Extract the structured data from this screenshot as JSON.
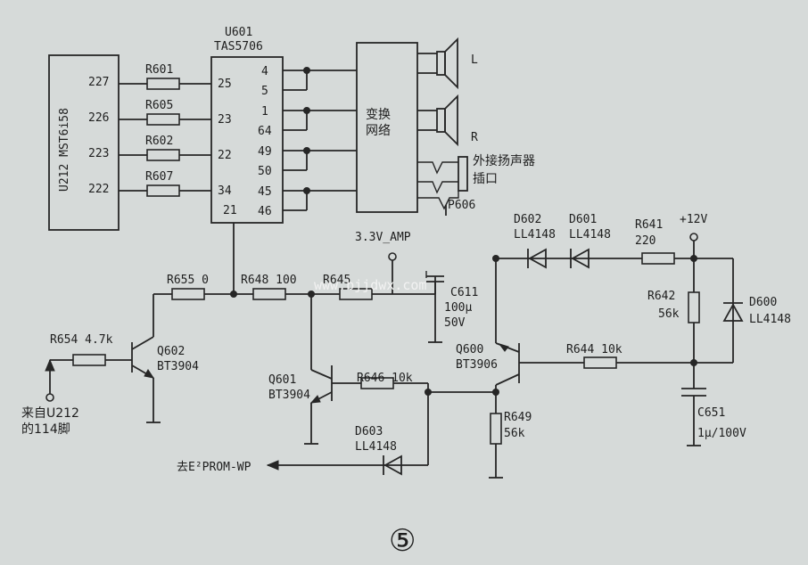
{
  "u212": {
    "label": "U212 MST6i58",
    "pins": [
      "227",
      "226",
      "223",
      "222"
    ]
  },
  "u601": {
    "ref": "U601",
    "part": "TAS5706",
    "left_pins": [
      "25",
      "23",
      "22",
      "34",
      "21"
    ],
    "right_pins": [
      "4",
      "5",
      "1",
      "64",
      "49",
      "50",
      "45",
      "46"
    ]
  },
  "resistors_in": [
    "R601",
    "R605",
    "R602",
    "R607"
  ],
  "network": {
    "line1": "变换",
    "line2": "网络"
  },
  "speaker_l": "L",
  "speaker_r": "R",
  "ext_jack": {
    "line1": "外接扬声器",
    "line2": "插口",
    "ref": "P606"
  },
  "vamp": "3.3V_AMP",
  "v12": "+12V",
  "parts": {
    "r655": "R655  0",
    "r648": "R648  100",
    "r645": "R645",
    "r654": "R654  4.7k",
    "r646": "R646  10k",
    "r644": "R644  10k",
    "r641": "R641",
    "r641_val": "220",
    "r642": "R642",
    "r642_val": "56k",
    "r649": "R649",
    "r649_val": "56k",
    "c611": "C611",
    "c611_val1": "100μ",
    "c611_val2": "50V",
    "c651": "C651",
    "c651_val": "1μ/100V",
    "q602": "Q602",
    "q602_part": "BT3904",
    "q601": "Q601",
    "q601_part": "BT3904",
    "q600": "Q600",
    "q600_part": "BT3906",
    "d602": "D602",
    "d601": "D601",
    "d600": "D600",
    "d603": "D603",
    "d_part": "LL4148"
  },
  "input_label": {
    "line1": "来自U212",
    "line2": "的114脚"
  },
  "output_label": "去E²PROM-WP",
  "figure_number": "⑤",
  "watermark": "www.bjjdwx.com"
}
